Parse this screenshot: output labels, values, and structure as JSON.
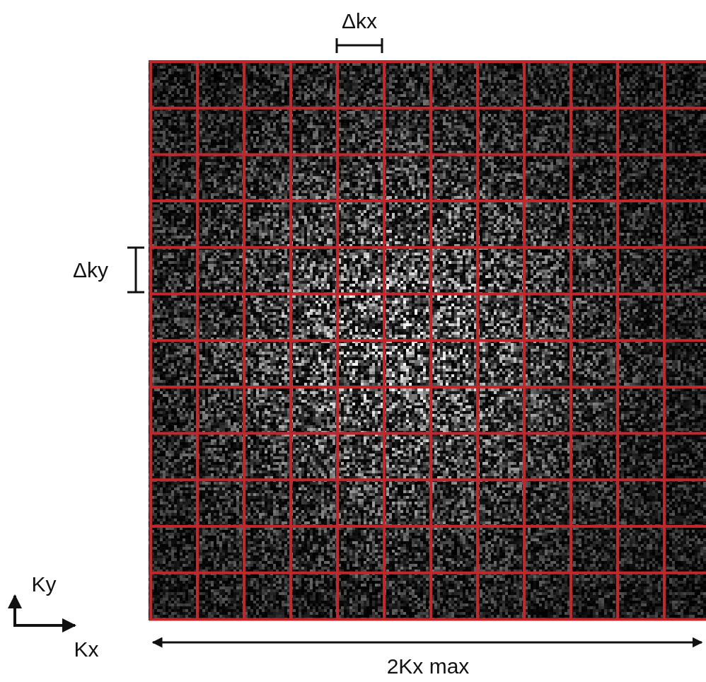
{
  "diagram": {
    "labels": [
      "Δkx",
      "Δky",
      "2Kx max",
      "Ky",
      "Kx"
    ]
  }
}
